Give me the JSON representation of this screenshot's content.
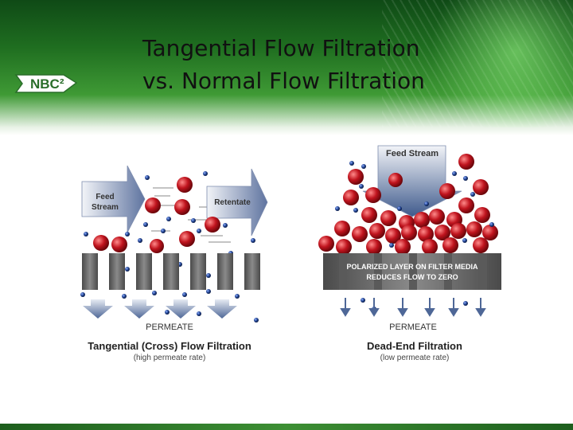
{
  "slide": {
    "title_line1": "Tangential Flow Filtration",
    "title_line2": "vs. Normal Flow Filtration"
  },
  "logo": {
    "text": "NBC²"
  },
  "left_panel": {
    "feed_label": [
      "Feed",
      "Stream"
    ],
    "retentate_label": "Retentate",
    "permeate_label": "PERMEATE",
    "caption": "Tangential (Cross) Flow Filtration",
    "subcaption": "(high permeate rate)"
  },
  "right_panel": {
    "feed_label": "Feed Stream",
    "layer_label": [
      "POLARIZED LAYER ON FILTER MEDIA",
      "REDUCES FLOW TO ZERO"
    ],
    "permeate_label": "PERMEATE",
    "caption": "Dead-End Filtration",
    "subcaption": "(low permeate rate)"
  },
  "colors": {
    "particle": "#c0141e",
    "small_particle": "#1e3f8c",
    "filter": "#6e6e6e",
    "arrow": "#6b7fa8",
    "text": "#222222"
  }
}
